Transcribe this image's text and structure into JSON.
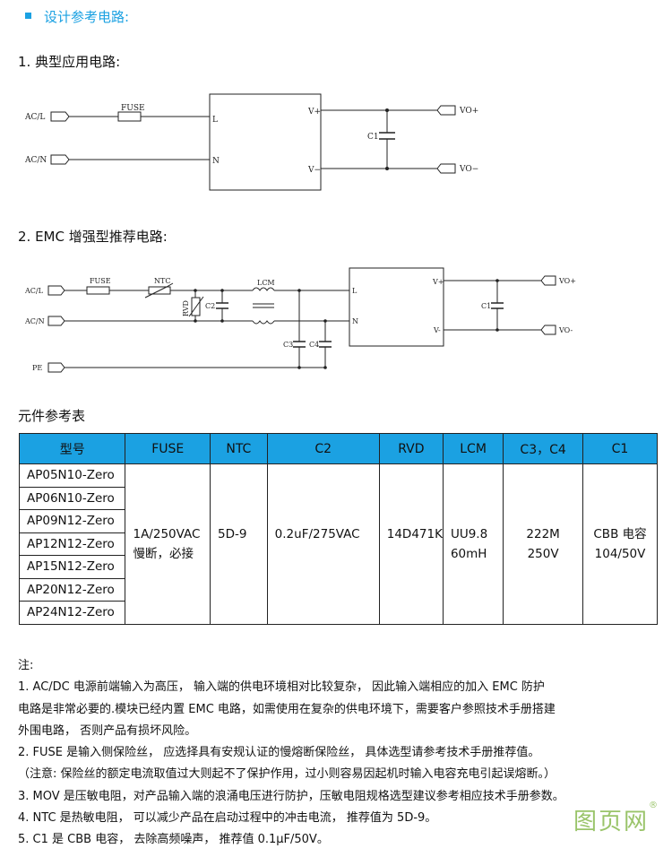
{
  "header": {
    "title": "设计参考电路:"
  },
  "section1": {
    "title": "1.   典型应用电路:",
    "labels": {
      "acl": "AC/L",
      "acn": "AC/N",
      "fuse": "FUSE",
      "l": "L",
      "n": "N",
      "vplus": "V+",
      "vminus": "V−",
      "c1": "C1",
      "vo_plus": "VO+",
      "vo_minus": "VO−"
    }
  },
  "section2": {
    "title": "2.   EMC 增强型推荐电路:",
    "labels": {
      "acl": "AC/L",
      "acn": "AC/N",
      "pe": "PE",
      "fuse": "FUSE",
      "ntc": "NTC",
      "rvd": "RVD",
      "c2": "C2",
      "lcm": "LCM",
      "c3": "C3",
      "c4": "C4",
      "l": "L",
      "n": "N",
      "vplus": "V+",
      "vminus": "V-",
      "c1": "C1",
      "vo_plus": "VO+",
      "vo_minus": "VO-"
    }
  },
  "table": {
    "caption": "元件参考表",
    "headers": [
      "型号",
      "FUSE",
      "NTC",
      "C2",
      "RVD",
      "LCM",
      "C3，C4",
      "C1"
    ],
    "models": [
      "AP05N10-Zero",
      "AP06N10-Zero",
      "AP09N12-Zero",
      "AP12N12-Zero",
      "AP15N12-Zero",
      "AP20N12-Zero",
      "AP24N12-Zero"
    ],
    "fuse": [
      "1A/250VAC",
      "慢断，必接"
    ],
    "ntc": "5D-9",
    "c2": "0.2uF/275VAC",
    "rvd": "14D471K",
    "lcm": [
      "UU9.8",
      "60mH"
    ],
    "c3c4": [
      "222M",
      "250V"
    ],
    "c1": [
      "CBB 电容",
      "104/50V"
    ]
  },
  "notes": [
    "注:",
    "1. AC/DC  电源前端输入为高压，  输入端的供电环境相对比较复杂，  因此输入端相应的加入  EMC  防护",
    "电路是非常必要的.模块已经内置 EMC 电路，如需使用在复杂的供电环境下，需要客户参照技术手册搭建",
    "外围电路，  否则产品有损坏风险。",
    "2. FUSE  是输入侧保险丝，  应选择具有安规认证的慢熔断保险丝，  具体选型请参考技术手册推荐值。",
    "（注意: 保险丝的额定电流取值过大则起不了保护作用，过小则容易因起机时输入电容充电引起误熔断。）",
    "3. MOV 是压敏电阻，对产品输入端的浪涌电压进行防护，压敏电阻规格选型建议参考相应技术手册参数。",
    "4. NTC  是热敏电阻，  可以减少产品在启动过程中的冲击电流，  推荐值为  5D-9。",
    "5. C1  是 CBB 电容，  去除高频噪声，  推荐值  0.1μF/50V。"
  ],
  "watermark": {
    "text": "图页网",
    "mark": "®"
  },
  "colors": {
    "accent": "#1ba1e2",
    "watermark": "#9ac46a"
  }
}
